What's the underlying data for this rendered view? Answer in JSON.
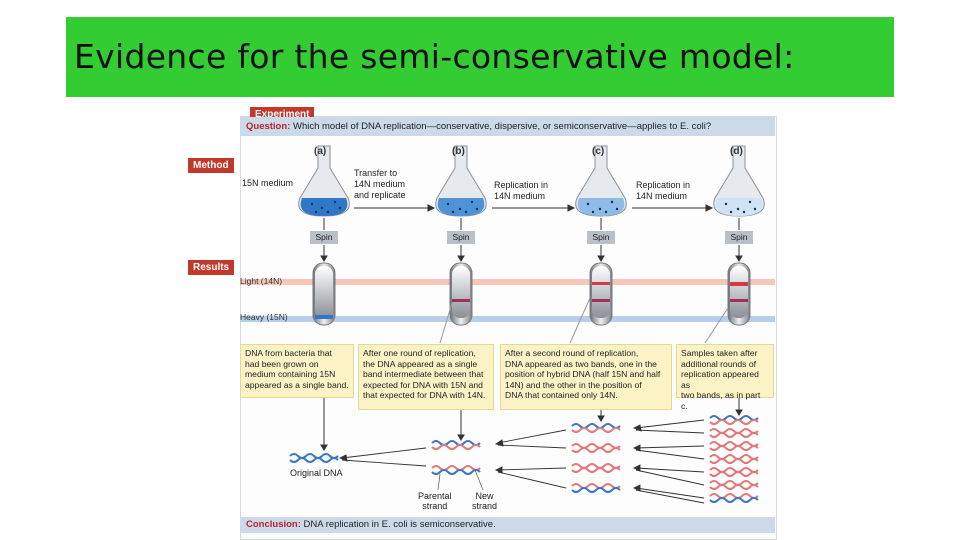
{
  "slide": {
    "title": "Evidence for the semi-conservative model:",
    "title_bg": "#33cc33"
  },
  "figure": {
    "experiment_tag": "Experiment",
    "method_tag": "Method",
    "results_tag": "Results",
    "question_label": "Question:",
    "question_text": "Which model of DNA replication—conservative, dispersive, or semiconservative—applies to E. coli?",
    "steps": [
      "(a)",
      "(b)",
      "(c)",
      "(d)"
    ],
    "n15_medium": "15N medium",
    "transfer_note": "Transfer to\n14N medium\nand replicate",
    "replication_note_1": "Replication in\n14N medium",
    "replication_note_2": "Replication in\n14N medium",
    "spin_label": "Spin",
    "light_label": "Light (14N)",
    "heavy_label": "Heavy (15N)",
    "result_boxes": [
      "DNA from bacteria that\nhad been grown on\nmedium containing 15N\nappeared as a single band.",
      "After one round of replication,\nthe DNA appeared as a single\nband intermediate between that\nexpected for DNA with 15N and\nthat expected for DNA with 14N.",
      "After a second round of replication,\nDNA appeared as two bands, one in the\nposition of hybrid DNA (half 15N and half\n14N) and the other in the position of\nDNA that contained only 14N.",
      "Samples taken after\nadditional rounds of\nreplication appeared as\ntwo bands, as in part c."
    ],
    "original_dna_label": "Original DNA",
    "parental_strand_label": "Parental\nstrand",
    "new_strand_label": "New\nstrand",
    "conclusion_label": "Conclusion:",
    "conclusion_text": "DNA replication in E. coli is semiconservative.",
    "colors": {
      "tag_red": "#c0392b",
      "panel_blue": "#ccd9e8",
      "note_yellow": "#fbf3c6",
      "light_band": "#f4b9a8",
      "heavy_band": "#a9c6e8",
      "parental_dna": "#3a78c4",
      "new_dna": "#e07a7a"
    }
  }
}
